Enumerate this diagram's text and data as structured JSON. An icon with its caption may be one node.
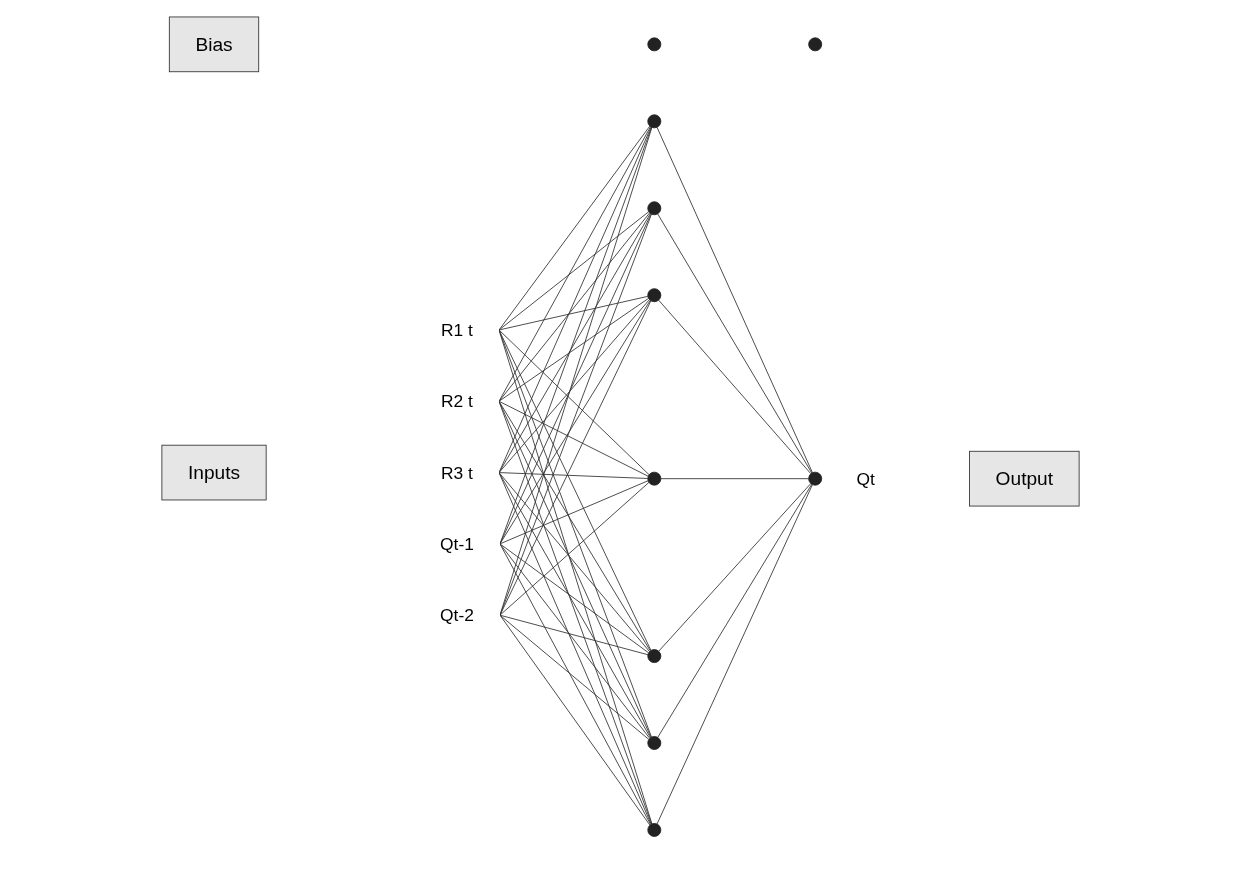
{
  "diagram": {
    "nodes": [
      {
        "text": [
          "Bias"
        ]
      },
      {
        "text": [],
        "shape": "circle"
      },
      {
        "text": [],
        "shape": "circle"
      },
      {
        "text": [
          "Inputs"
        ]
      },
      {
        "text": [
          "R1 t"
        ]
      },
      {
        "text": [
          "R2 t"
        ]
      },
      {
        "text": [
          "R3 t"
        ]
      },
      {
        "text": [
          "Qt-1"
        ]
      },
      {
        "text": [
          "Qt-2"
        ]
      },
      {
        "text": [],
        "shape": "circle"
      },
      {
        "text": [],
        "shape": "circle"
      },
      {
        "text": [],
        "shape": "circle"
      },
      {
        "text": [],
        "shape": "circle"
      },
      {
        "text": [],
        "shape": "circle"
      },
      {
        "text": [],
        "shape": "circle"
      },
      {
        "text": [],
        "shape": "circle"
      },
      {
        "text": [],
        "shape": "circle",
        "beside": [
          "Qt"
        ]
      },
      {
        "text": [
          "Output"
        ]
      }
    ],
    "edges": [
      {
        "from": 4,
        "to": 9,
        "arrow": "none"
      },
      {
        "from": 4,
        "to": 10,
        "arrow": "none"
      },
      {
        "from": 4,
        "to": 11,
        "arrow": "none"
      },
      {
        "from": 4,
        "to": 12,
        "arrow": "none"
      },
      {
        "from": 4,
        "to": 13,
        "arrow": "none"
      },
      {
        "from": 4,
        "to": 14,
        "arrow": "none"
      },
      {
        "from": 4,
        "to": 15,
        "arrow": "none"
      },
      {
        "from": 5,
        "to": 9,
        "arrow": "none"
      },
      {
        "from": 5,
        "to": 10,
        "arrow": "none"
      },
      {
        "from": 5,
        "to": 11,
        "arrow": "none"
      },
      {
        "from": 5,
        "to": 12,
        "arrow": "none"
      },
      {
        "from": 5,
        "to": 13,
        "arrow": "none"
      },
      {
        "from": 5,
        "to": 14,
        "arrow": "none"
      },
      {
        "from": 5,
        "to": 15,
        "arrow": "none"
      },
      {
        "from": 6,
        "to": 9,
        "arrow": "none"
      },
      {
        "from": 6,
        "to": 10,
        "arrow": "none"
      },
      {
        "from": 6,
        "to": 11,
        "arrow": "none"
      },
      {
        "from": 6,
        "to": 12,
        "arrow": "none"
      },
      {
        "from": 6,
        "to": 13,
        "arrow": "none"
      },
      {
        "from": 6,
        "to": 14,
        "arrow": "none"
      },
      {
        "from": 6,
        "to": 15,
        "arrow": "none"
      },
      {
        "from": 7,
        "to": 9,
        "arrow": "none"
      },
      {
        "from": 7,
        "to": 10,
        "arrow": "none"
      },
      {
        "from": 7,
        "to": 11,
        "arrow": "none"
      },
      {
        "from": 7,
        "to": 12,
        "arrow": "none"
      },
      {
        "from": 7,
        "to": 13,
        "arrow": "none"
      },
      {
        "from": 7,
        "to": 14,
        "arrow": "none"
      },
      {
        "from": 7,
        "to": 15,
        "arrow": "none"
      },
      {
        "from": 8,
        "to": 9,
        "arrow": "none"
      },
      {
        "from": 8,
        "to": 10,
        "arrow": "none"
      },
      {
        "from": 8,
        "to": 11,
        "arrow": "none"
      },
      {
        "from": 8,
        "to": 12,
        "arrow": "none"
      },
      {
        "from": 8,
        "to": 13,
        "arrow": "none"
      },
      {
        "from": 8,
        "to": 14,
        "arrow": "none"
      },
      {
        "from": 8,
        "to": 15,
        "arrow": "none"
      },
      {
        "from": 9,
        "to": 16,
        "arrow": "none"
      },
      {
        "from": 10,
        "to": 16,
        "arrow": "none"
      },
      {
        "from": 11,
        "to": 16,
        "arrow": "none"
      },
      {
        "from": 12,
        "to": 16,
        "arrow": "none"
      },
      {
        "from": 13,
        "to": 16,
        "arrow": "none"
      },
      {
        "from": 14,
        "to": 16,
        "arrow": "none"
      },
      {
        "from": 15,
        "to": 16,
        "arrow": "none"
      }
    ]
  }
}
